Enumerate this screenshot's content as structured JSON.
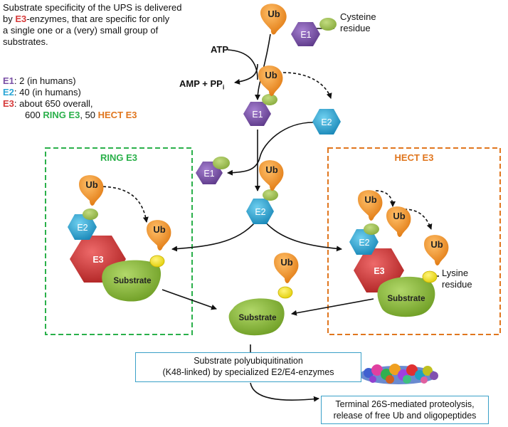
{
  "intro": {
    "line1": "Substrate specificity of the UPS  is delivered",
    "line2_pre": "by ",
    "line2_e3": "E3",
    "line2_post": "-enzymes, that are specific for only",
    "line3": "a single one or a (very) small group of",
    "line4": "substrates."
  },
  "counts": {
    "e1_label": "E1",
    "e1_text": ": 2 (in humans)",
    "e2_label": "E2",
    "e2_text": ": 40 (in humans)",
    "e3_label": "E3",
    "e3_text": ": about 650 overall,",
    "line4_pre": "600 ",
    "ring_e3": "RING E3",
    "line4_mid": ", 50 ",
    "hect_e3": "HECT E3"
  },
  "labels": {
    "atp": "ATP",
    "amp_main": "AMP + PP",
    "amp_sub": "i",
    "cysteine_1": "Cysteine",
    "cysteine_2": "residue",
    "lysine_1": "Lysine",
    "lysine_2": "residue",
    "ring_title": "RING E3",
    "hect_title": "HECT E3",
    "ub": "Ub",
    "e1": "E1",
    "e2": "E2",
    "e3": "E3",
    "substrate": "Substrate"
  },
  "boxes": {
    "poly_1": "Substrate polyubiquitination",
    "poly_2": "(K48-linked) by specialized E2/E4-enzymes",
    "term_1": "Terminal 26S-mediated proteolysis,",
    "term_2": "release of free Ub and oligopeptides"
  },
  "colors": {
    "e1": "#7a4fa6",
    "e2": "#2aa6d6",
    "e3": "#d63a3a",
    "ub": "#f39a2a",
    "cys": "#9ab84a",
    "lys": "#f4e20a",
    "substrate": "#8cbc3a",
    "ring": "#2ab04a",
    "hect": "#e0761e",
    "box": "#3aa0c8"
  }
}
